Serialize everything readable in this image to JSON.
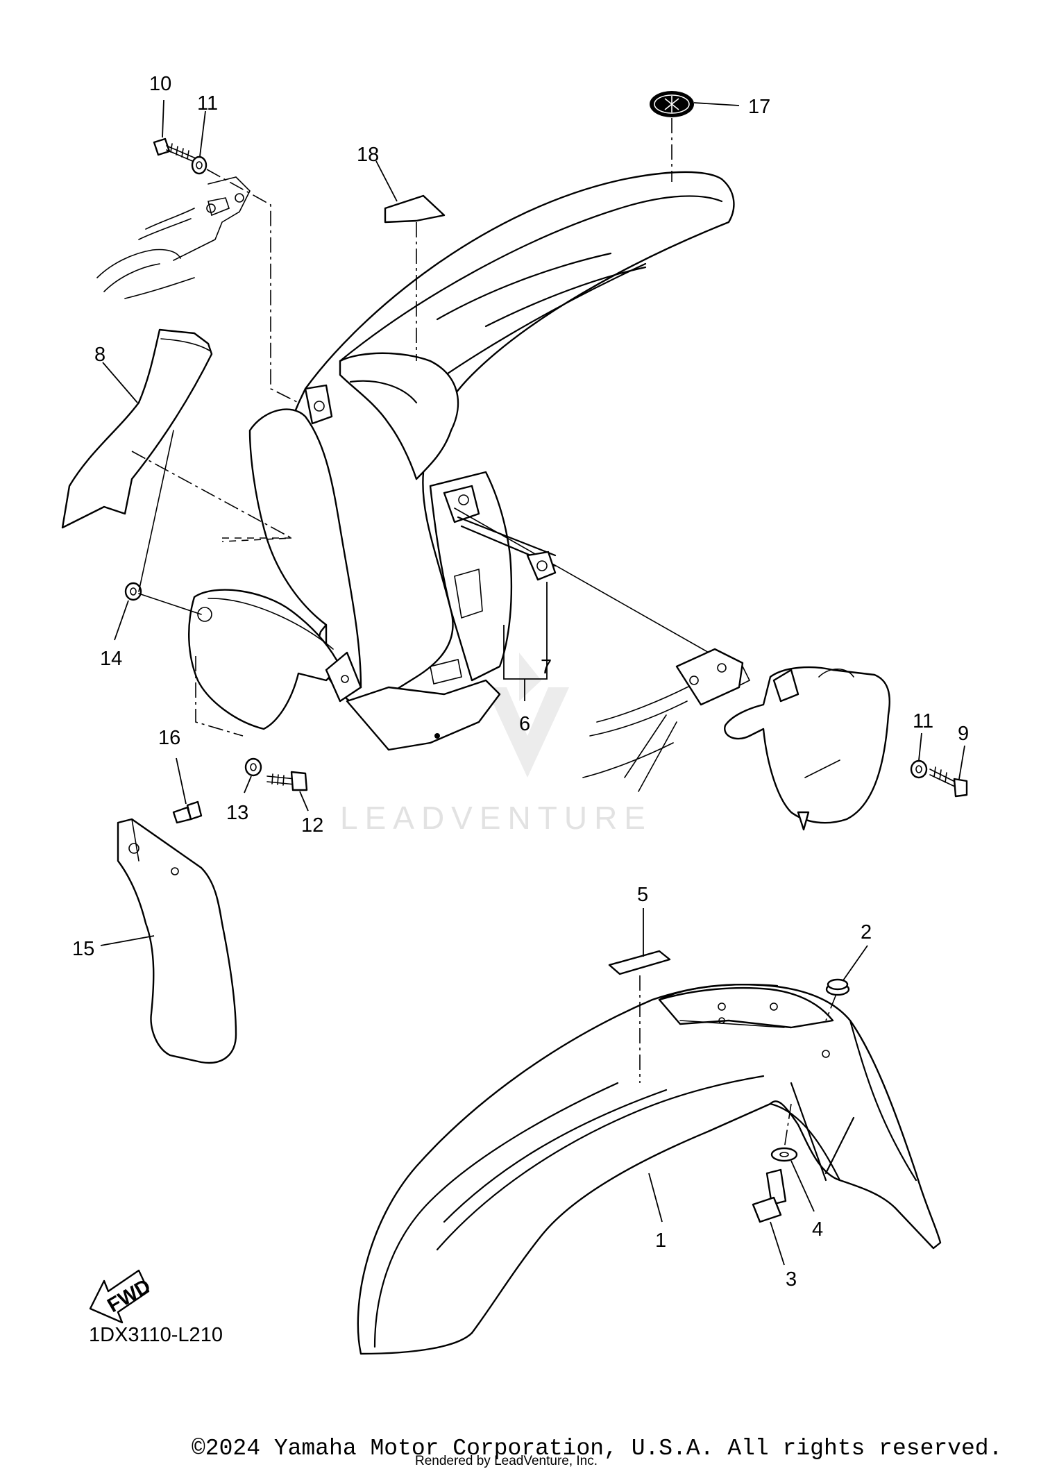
{
  "callouts": {
    "c1": "1",
    "c2": "2",
    "c3": "3",
    "c4": "4",
    "c5": "5",
    "c6": "6",
    "c7": "7",
    "c8": "8",
    "c9": "9",
    "c10": "10",
    "c11a": "11",
    "c11b": "11",
    "c12": "12",
    "c13": "13",
    "c14": "14",
    "c15": "15",
    "c16": "16",
    "c17": "17",
    "c18": "18"
  },
  "diagram_code": "1DX3110-L210",
  "fwd_label": "FWD",
  "watermark": "LEADVENTURE",
  "copyright": "©2024 Yamaha Motor Corporation, U.S.A. All rights reserved.",
  "rendered_by": "Rendered by LeadVenture, Inc."
}
